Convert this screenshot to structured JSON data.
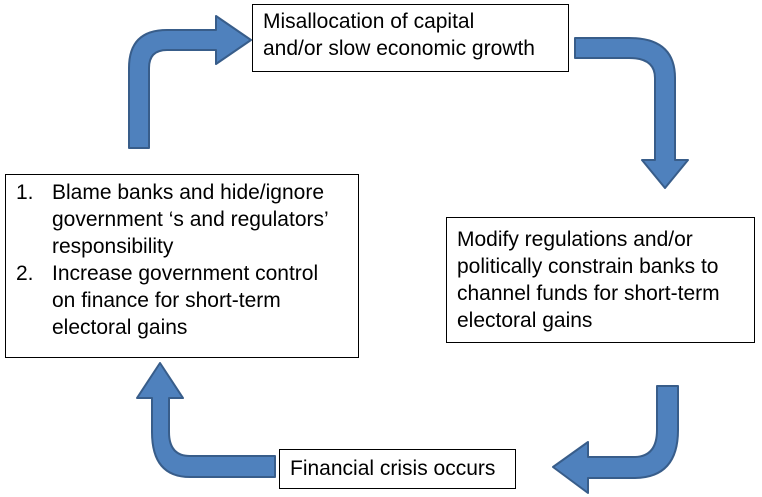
{
  "boxes": {
    "top": {
      "line1": "Misallocation of capital",
      "line2": "and/or slow economic growth"
    },
    "right": {
      "line1": "Modify regulations and/or",
      "line2": "politically constrain banks to",
      "line3": "channel funds for short-term",
      "line4": "electoral gains"
    },
    "bottom": {
      "line1": "Financial crisis occurs"
    },
    "left": {
      "items": [
        {
          "number": "1.",
          "line1": "Blame banks and hide/ignore",
          "line2": "government ‘s and regulators’",
          "line3": "responsibility"
        },
        {
          "number": "2.",
          "line1": "Increase government control",
          "line2": "on finance for short-term",
          "line3": "electoral gains"
        }
      ]
    }
  },
  "colors": {
    "arrow_fill": "#4f81bd",
    "arrow_stroke": "#385d8a",
    "box_border": "#000000"
  }
}
